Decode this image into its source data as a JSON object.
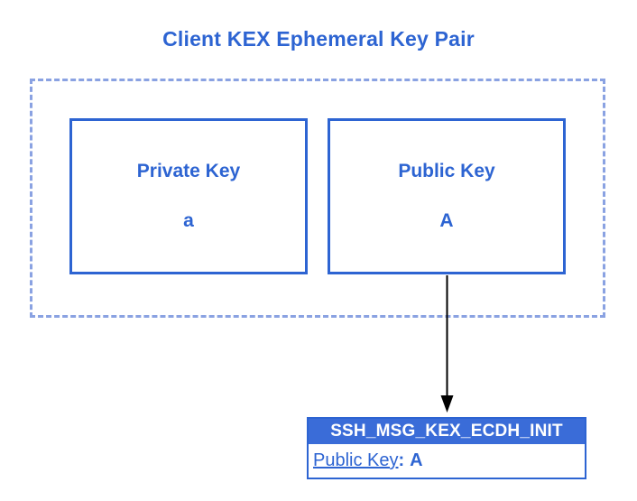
{
  "title": "Client KEX Ephemeral Key Pair",
  "key_pair_group": {
    "private_key_box": {
      "label": "Private Key",
      "value": "a"
    },
    "public_key_box": {
      "label": "Public Key",
      "value": "A"
    }
  },
  "message_box": {
    "header": "SSH_MSG_KEX_ECDH_INIT",
    "field_label": "Public Key",
    "field_separator": ":",
    "field_value": "A"
  },
  "icons": {
    "arrow": "down-arrow-icon"
  },
  "colors": {
    "primary_blue": "#2d64d2",
    "dashed_border_blue": "#8aa2e2",
    "message_header_fill": "#3a6cd8",
    "link_blue": "#2d64d2",
    "arrow_black": "#000000",
    "background": "#ffffff"
  }
}
